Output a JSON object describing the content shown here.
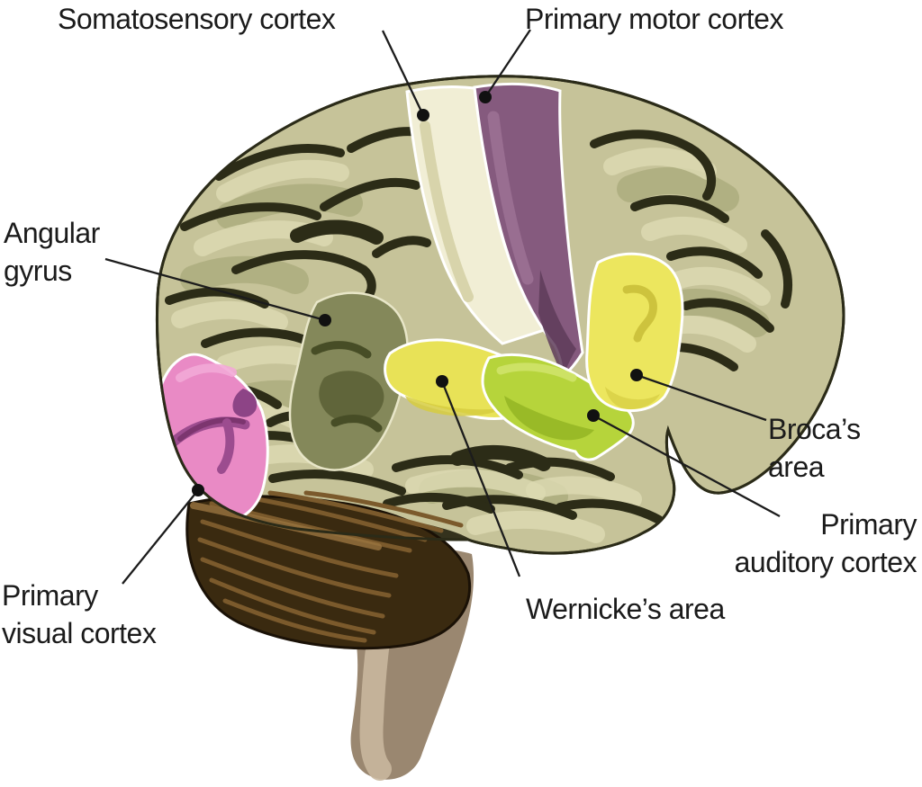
{
  "labels": {
    "somatosensory_cortex": "Somatosensory cortex",
    "primary_motor_cortex": "Primary motor cortex",
    "angular_gyrus": "Angular\ngyrus",
    "brocas_area": "Broca’s area",
    "primary_auditory_cortex": "Primary\nauditory cortex",
    "wernickes_area": "Wernicke’s area",
    "primary_visual_cortex": "Primary\nvisual cortex"
  },
  "regions": {
    "somatosensory_cortex": {
      "label": "Somatosensory cortex",
      "color": "#f1eed5"
    },
    "primary_motor_cortex": {
      "label": "Primary motor cortex",
      "color": "#855a7e"
    },
    "angular_gyrus": {
      "label": "Angular gyrus",
      "color": "#84885a"
    },
    "brocas_area": {
      "label": "Broca’s area",
      "color": "#ece65e"
    },
    "primary_auditory_cortex": {
      "label": "Primary auditory cortex",
      "color": "#b6d43b"
    },
    "wernickes_area": {
      "label": "Wernicke’s area",
      "color": "#e8e257"
    },
    "primary_visual_cortex": {
      "label": "Primary visual cortex",
      "color": "#e98ac5"
    }
  },
  "palette": {
    "background": "#ffffff",
    "cerebrum": "#c6c399",
    "cerebrum_outline": "#2b2b18",
    "cerebellum": "#3a2a10",
    "cerebellum_outline": "#1a1106",
    "brain_stem": "#9a8770",
    "brain_stem_highlight": "#c9b79d",
    "label_text": "#1b1b1b",
    "leader_line": "#1c1c1c"
  }
}
